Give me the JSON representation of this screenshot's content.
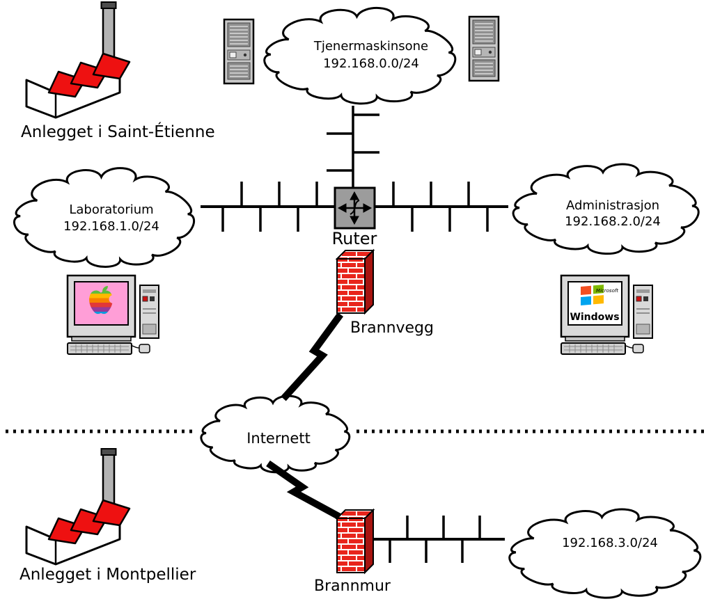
{
  "sites": {
    "saint_etienne": {
      "label": "Anlegget i Saint-Étienne"
    },
    "montpellier": {
      "label": "Anlegget i Montpellier"
    }
  },
  "networks": {
    "server_zone": {
      "name": "Tjenermaskinsone",
      "subnet": "192.168.0.0/24"
    },
    "laboratory": {
      "name": "Laboratorium",
      "subnet": "192.168.1.0/24"
    },
    "administration": {
      "name": "Administrasjon",
      "subnet": "192.168.2.0/24"
    },
    "internet": {
      "name": "Internett"
    },
    "montpellier_lan": {
      "subnet": "192.168.3.0/24"
    }
  },
  "devices": {
    "router": {
      "label": "Ruter",
      "icon": "router-arrows-icon"
    },
    "firewall_main": {
      "label": "Brannvegg",
      "icon": "brick-wall-icon"
    },
    "firewall_branch": {
      "label": "Brannmur",
      "icon": "brick-wall-icon"
    },
    "server_left": {
      "icon": "server-tower-icon"
    },
    "server_right": {
      "icon": "server-tower-icon"
    },
    "mac_workstation": {
      "icon": "classic-mac-icon"
    },
    "windows_workstation": {
      "icon": "windows-pc-icon",
      "screen_brand": "Microsoft",
      "screen_text": "Windows"
    }
  },
  "colors": {
    "factory_red": "#ee1111",
    "brick_red": "#e8251c",
    "brick_dark": "#a81410",
    "router_gray": "#9c9c9c",
    "screen_pink": "#ff9ed7",
    "apple_stripes": {
      "green": "#5ebd3e",
      "yellow": "#ffb900",
      "orange": "#f78200",
      "red": "#e23838",
      "purple": "#973999",
      "blue": "#009cdf"
    },
    "windows_logo": {
      "red": "#f25022",
      "green": "#7fba00",
      "blue": "#00a4ef",
      "yellow": "#ffb900"
    }
  }
}
